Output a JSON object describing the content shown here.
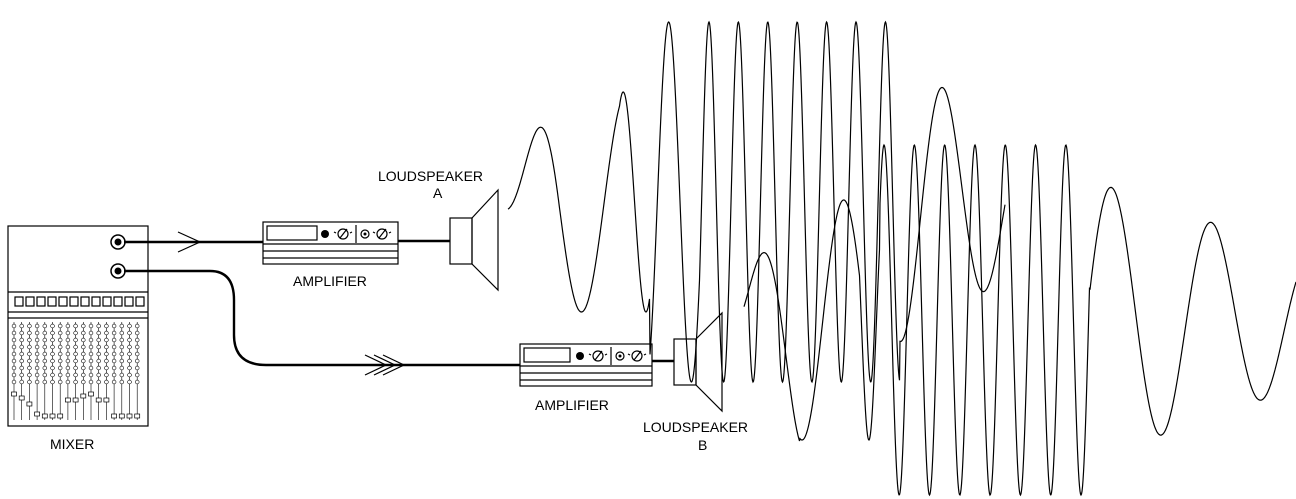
{
  "labels": {
    "mixer": "MIXER",
    "amplifier_a": "AMPLIFIER",
    "amplifier_b": "AMPLIFIER",
    "loudspeaker_a_line1": "LOUDSPEAKER",
    "loudspeaker_a_line2": "A",
    "loudspeaker_b_line1": "LOUDSPEAKER",
    "loudspeaker_b_line2": "B"
  },
  "colors": {
    "line": "#000000",
    "background": "#ffffff"
  }
}
